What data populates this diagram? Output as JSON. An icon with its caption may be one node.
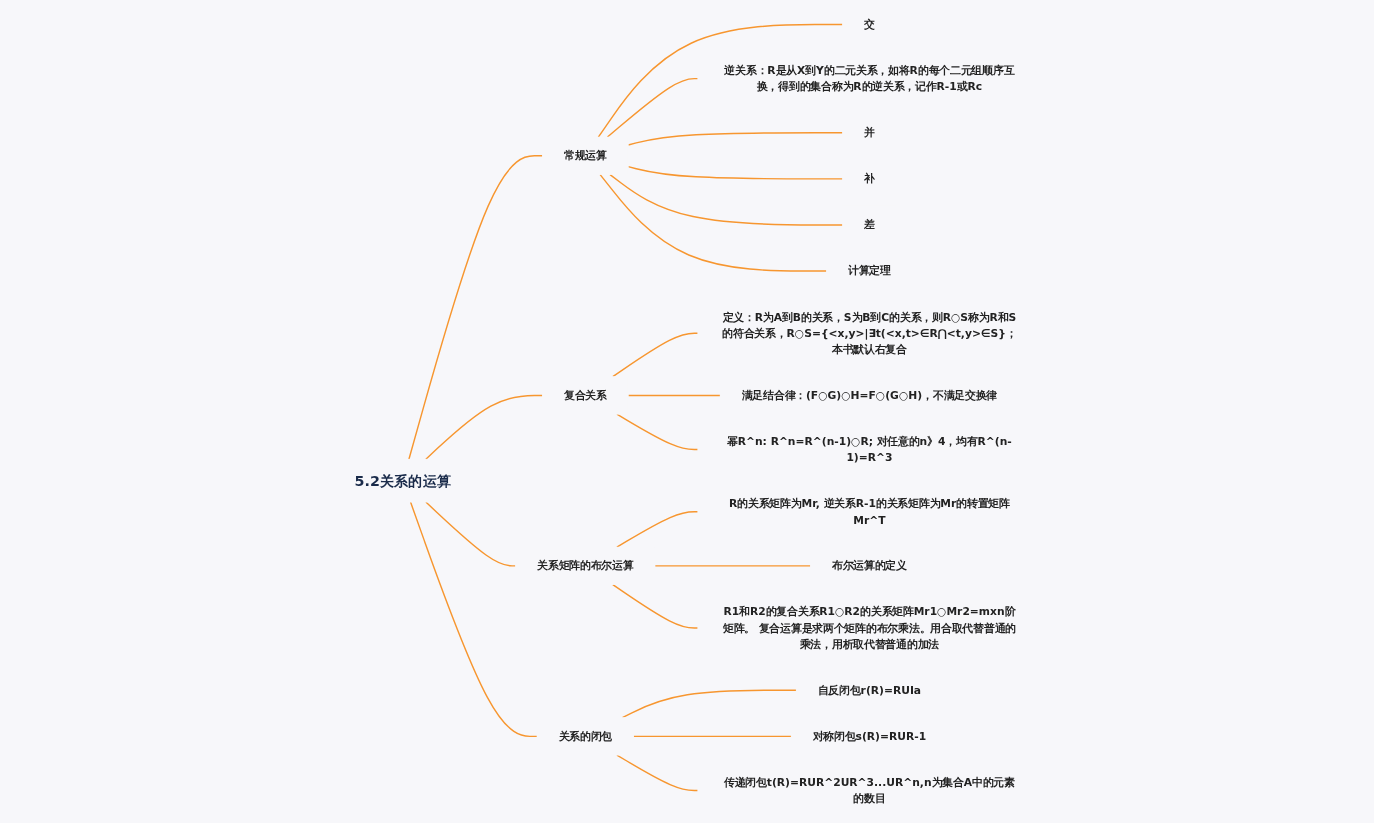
{
  "diagram": {
    "nodes": [
      {
        "text": [
          "5.2关系的运算"
        ]
      },
      {
        "text": [
          "常规运算"
        ]
      },
      {
        "text": [
          "交"
        ]
      },
      {
        "text": [
          "逆关系：R是从X到Y的二元关系，如将R的每个二元组顺序互换，得到的集合称为R的逆关系，记作R-1或Rc"
        ]
      },
      {
        "text": [
          "并"
        ]
      },
      {
        "text": [
          "补"
        ]
      },
      {
        "text": [
          "差"
        ]
      },
      {
        "text": [
          "计算定理"
        ]
      },
      {
        "text": [
          "复合关系"
        ]
      },
      {
        "text": [
          "定义：R为A到B的关系，S为B到C的关系，则R○S称为R和S的符合关系，R○S={<x,y>|∃t(<x,t>∈R⋂<t,y>∈S}；本书默认右复合"
        ]
      },
      {
        "text": [
          "满足结合律：(F○G)○H=F○(G○H)，不满足交换律"
        ]
      },
      {
        "text": [
          "幂R^n: R^n=R^(n-1)○R; 对任意的n》4，均有R^(n-1)=R^3"
        ]
      },
      {
        "text": [
          "关系矩阵的布尔运算"
        ]
      },
      {
        "text": [
          "R的关系矩阵为Mr, 逆关系R-1的关系矩阵为Mr的转置矩阵Mr^T"
        ]
      },
      {
        "text": [
          "布尔运算的定义"
        ]
      },
      {
        "text": [
          "R1和R2的复合关系R1○R2的关系矩阵Mr1○Mr2=mxn阶矩阵。 复合运算是求两个矩阵的布尔乘法。用合取代替普通的乘法，用析取代替普通的加法"
        ]
      },
      {
        "text": [
          "关系的闭包"
        ]
      },
      {
        "text": [
          "自反闭包r(R)=RUIa"
        ]
      },
      {
        "text": [
          "对称闭包s(R)=RUR-1"
        ]
      },
      {
        "text": [
          "传递闭包t(R)=RUR^2UR^3...UR^n,n为集合A中的元素的数目"
        ]
      }
    ],
    "edges": [
      {
        "from": 0,
        "to": 1,
        "arrow": "none"
      },
      {
        "from": 1,
        "to": 2,
        "arrow": "none"
      },
      {
        "from": 1,
        "to": 3,
        "arrow": "none"
      },
      {
        "from": 1,
        "to": 4,
        "arrow": "none"
      },
      {
        "from": 1,
        "to": 5,
        "arrow": "none"
      },
      {
        "from": 1,
        "to": 6,
        "arrow": "none"
      },
      {
        "from": 1,
        "to": 7,
        "arrow": "none"
      },
      {
        "from": 0,
        "to": 8,
        "arrow": "none"
      },
      {
        "from": 8,
        "to": 9,
        "arrow": "none"
      },
      {
        "from": 8,
        "to": 10,
        "arrow": "none"
      },
      {
        "from": 8,
        "to": 11,
        "arrow": "none"
      },
      {
        "from": 0,
        "to": 12,
        "arrow": "none"
      },
      {
        "from": 12,
        "to": 13,
        "arrow": "none"
      },
      {
        "from": 12,
        "to": 14,
        "arrow": "none"
      },
      {
        "from": 12,
        "to": 15,
        "arrow": "none"
      },
      {
        "from": 0,
        "to": 16,
        "arrow": "none"
      },
      {
        "from": 16,
        "to": 17,
        "arrow": "none"
      },
      {
        "from": 16,
        "to": 18,
        "arrow": "none"
      },
      {
        "from": 16,
        "to": 19,
        "arrow": "none"
      }
    ]
  }
}
